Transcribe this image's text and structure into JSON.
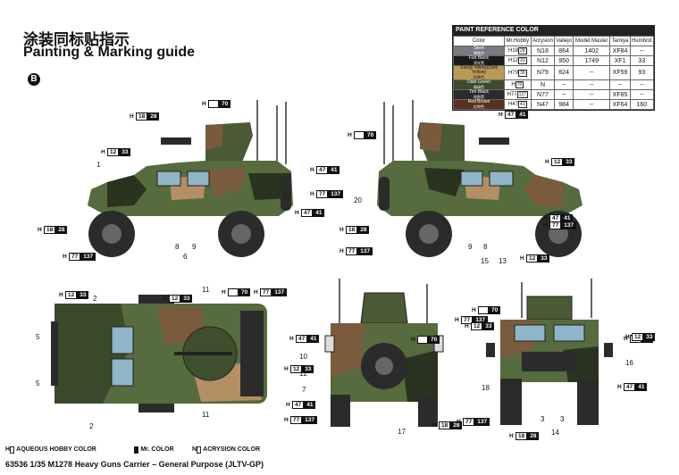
{
  "header": {
    "title_cn": "涂装同标贴指示",
    "title_en": "Painting & Marking guide",
    "variant": "B"
  },
  "reference_table": {
    "title": "PAINT REFERENCE COLOR",
    "columns": [
      "Color",
      "Mr.Hobby",
      "Acrysion",
      "Vallejo",
      "Model Master",
      "Tamiya",
      "Humbrol"
    ],
    "rows": [
      {
        "name": "Steel",
        "name_cn": "钢铁色",
        "swatch": "#777a80",
        "text": "#fff",
        "mrhobby": "H18",
        "mrhobby_no": "28",
        "acrysion": "N18",
        "vallejo": "864",
        "modelmaster": "1402",
        "tamiya": "XF84",
        "humbrol": "--"
      },
      {
        "name": "Flat Black",
        "name_cn": "消光黑",
        "swatch": "#1a1a1a",
        "text": "#fff",
        "mrhobby": "H12",
        "mrhobby_no": "33",
        "acrysion": "N12",
        "vallejo": "950",
        "modelmaster": "1749",
        "tamiya": "XF1",
        "humbrol": "33"
      },
      {
        "name": "Sandy Yellow(Dark Yellow)",
        "name_cn": "砂黄色",
        "swatch": "#b99a55",
        "text": "#111",
        "mrhobby": "H79",
        "mrhobby_no": "39",
        "acrysion": "N79",
        "vallejo": "824",
        "modelmaster": "--",
        "tamiya": "XF59",
        "humbrol": "93"
      },
      {
        "name": "Dark Green",
        "name_cn": "暗绿色",
        "swatch": "#3e4a2c",
        "text": "#fff",
        "mrhobby": "H",
        "mrhobby_no": "70",
        "acrysion": "N",
        "vallejo": "--",
        "modelmaster": "--",
        "tamiya": "--",
        "humbrol": "--"
      },
      {
        "name": "Tire Black",
        "name_cn": "轮胎黑",
        "swatch": "#2b2b2b",
        "text": "#fff",
        "mrhobby": "H77",
        "mrhobby_no": "137",
        "acrysion": "N77",
        "vallejo": "--",
        "modelmaster": "--",
        "tamiya": "XF85",
        "humbrol": "--"
      },
      {
        "name": "Red Brown",
        "name_cn": "红棕色",
        "swatch": "#5b3020",
        "text": "#fff",
        "mrhobby": "H47",
        "mrhobby_no": "41",
        "acrysion": "N47",
        "vallejo": "984",
        "modelmaster": "--",
        "tamiya": "XF64",
        "humbrol": "160"
      }
    ]
  },
  "callouts": [
    {
      "id": "c1",
      "letter": "H",
      "a": "",
      "b": "70"
    },
    {
      "id": "c2",
      "letter": "H",
      "a": "18",
      "b": "28"
    },
    {
      "id": "c3",
      "letter": "H",
      "a": "12",
      "b": "33"
    },
    {
      "id": "c4",
      "letter": "H",
      "a": "47",
      "b": "41"
    },
    {
      "id": "c5",
      "letter": "H",
      "a": "77",
      "b": "137"
    },
    {
      "id": "c6",
      "letter": "H",
      "a": "47",
      "b": "41"
    },
    {
      "id": "c7",
      "letter": "H",
      "a": "18",
      "b": "28"
    },
    {
      "id": "c8",
      "letter": "H",
      "a": "77",
      "b": "137"
    },
    {
      "id": "c9",
      "letter": "H",
      "a": "",
      "b": "70"
    },
    {
      "id": "c10",
      "letter": "H",
      "a": "12",
      "b": "33"
    },
    {
      "id": "c11",
      "letter": "H",
      "a": "47",
      "b": "41"
    },
    {
      "id": "c12",
      "letter": "H",
      "a": "77",
      "b": "137"
    },
    {
      "id": "c13",
      "letter": "H",
      "a": "47",
      "b": "41"
    },
    {
      "id": "c14",
      "letter": "H",
      "a": "18",
      "b": "28"
    },
    {
      "id": "c15",
      "letter": "H",
      "a": "77",
      "b": "137"
    },
    {
      "id": "c16",
      "letter": "H",
      "a": "12",
      "b": "33"
    },
    {
      "id": "c17",
      "letter": "H",
      "a": "12",
      "b": "33"
    },
    {
      "id": "c18",
      "letter": "H",
      "a": "12",
      "b": "33"
    },
    {
      "id": "c19",
      "letter": "H",
      "a": "",
      "b": "70"
    },
    {
      "id": "c20",
      "letter": "H",
      "a": "77",
      "b": "137"
    },
    {
      "id": "c21",
      "letter": "H",
      "a": "47",
      "b": "41"
    },
    {
      "id": "c22",
      "letter": "H",
      "a": "12",
      "b": "33"
    },
    {
      "id": "c23",
      "letter": "H",
      "a": "77",
      "b": "137"
    },
    {
      "id": "c24",
      "letter": "H",
      "a": "47",
      "b": "41"
    },
    {
      "id": "c25",
      "letter": "H",
      "a": "77",
      "b": "137"
    },
    {
      "id": "c26",
      "letter": "H",
      "a": "18",
      "b": "28"
    },
    {
      "id": "c27",
      "letter": "H",
      "a": "12",
      "b": "33"
    },
    {
      "id": "c28",
      "letter": "H",
      "a": "",
      "b": "70"
    },
    {
      "id": "c29",
      "letter": "H",
      "a": "12",
      "b": "33"
    },
    {
      "id": "c30",
      "letter": "H",
      "a": "47",
      "b": "41"
    },
    {
      "id": "c31",
      "letter": "H",
      "a": "77",
      "b": "137"
    },
    {
      "id": "c32",
      "letter": "H",
      "a": "18",
      "b": "28"
    },
    {
      "id": "c33",
      "letter": "H",
      "a": "",
      "b": "70"
    },
    {
      "id": "c34",
      "letter": "H",
      "a": "12",
      "b": "33"
    }
  ],
  "part_numbers": [
    "1",
    "8",
    "9",
    "6",
    "20",
    "9",
    "8",
    "15",
    "13",
    "2",
    "11",
    "5",
    "5",
    "2",
    "11",
    "17",
    "7",
    "12",
    "10",
    "16",
    "18",
    "3",
    "3",
    "14"
  ],
  "legend": {
    "h_label": "AQUEOUS HOBBY COLOR",
    "mr_label": "Mr. COLOR",
    "n_label": "ACRYSION COLOR"
  },
  "footer": "63536 1/35 M1278 Heavy Guns Carrier – General Purpose (JLTV-GP)"
}
